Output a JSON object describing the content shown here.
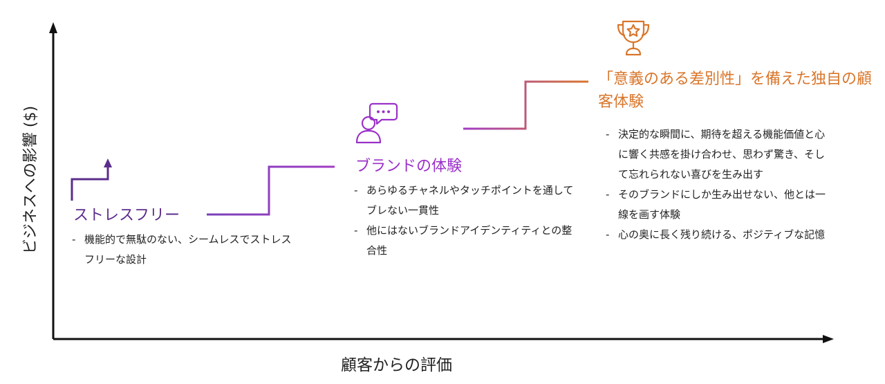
{
  "axes": {
    "y_label": "ビジネスへの影響 ($)",
    "x_label": "顧客からの評価"
  },
  "stages": [
    {
      "title": "ストレスフリー",
      "color": "#5b2d8c",
      "bullets": [
        "機能的で無駄のない、シームレスでストレスフリーな設計"
      ]
    },
    {
      "title": "ブランドの体験",
      "color": "#9b30c8",
      "icon": "person-chat-icon",
      "bullets": [
        "あらゆるチャネルやタッチポイントを通してブレない一貫性",
        "他にはないブランドアイデンティティとの整合性"
      ]
    },
    {
      "title": "「意義のある差別性」を備えた独自の顧客体験",
      "color": "#d9762b",
      "icon": "trophy-star-icon",
      "bullets": [
        "決定的な瞬間に、期待を超える機能価値と心に響く共感を掛け合わせ、思わず驚き、そして忘れられない喜びを生み出す",
        "そのブランドにしか生み出せない、他とは一線を画す体験",
        "心の奥に長く残り続ける、ポジティブな記憶"
      ]
    }
  ]
}
